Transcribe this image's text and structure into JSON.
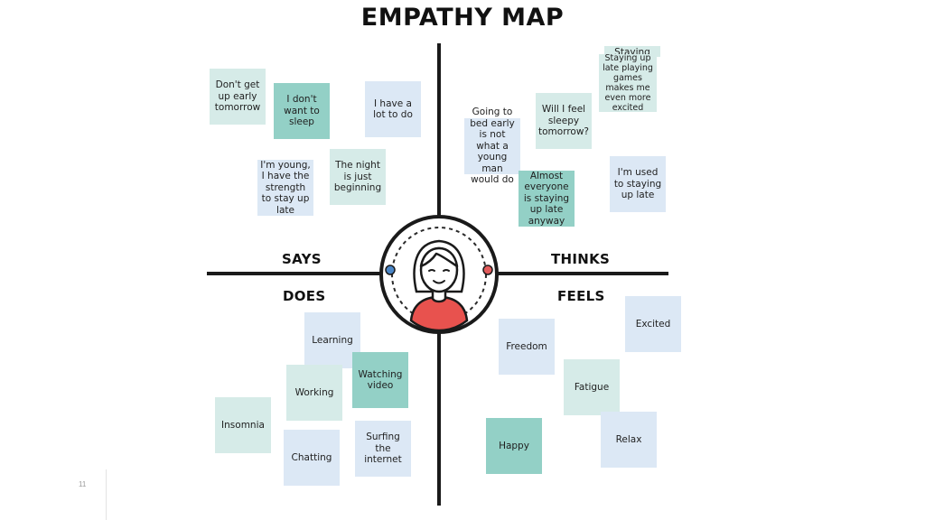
{
  "title": "EMPATHY MAP",
  "quadrants": {
    "says": "SAYS",
    "thinks": "THINKS",
    "does": "DOES",
    "feels": "FEELS"
  },
  "notes": {
    "says": [
      "Don't get up early tomorrow",
      "I don't want to sleep",
      "I have a lot to do",
      "I'm young, I have the strength to stay up late",
      "The night is just beginning"
    ],
    "thinks": [
      "Staying up",
      "Staying up late playing games makes me even more excited",
      "Will I feel sleepy tomorrow?",
      "Going to bed early is not what a young man would do",
      "Almost everyone is staying up late anyway",
      "I'm used to staying up late"
    ],
    "does": [
      "Learning",
      "Watching video",
      "Working",
      "Insomnia",
      "Chatting",
      "Surfing the internet"
    ],
    "feels": [
      "Freedom",
      "Excited",
      "Fatigue",
      "Happy",
      "Relax"
    ]
  },
  "page_number": "11",
  "colors": {
    "light_teal": "#d6ebe8",
    "dark_teal": "#93d0c6",
    "light_blue": "#dce8f5",
    "avatar_shirt": "#e8524e",
    "dot_left": "#4a86c7",
    "dot_right": "#e15a5a"
  }
}
